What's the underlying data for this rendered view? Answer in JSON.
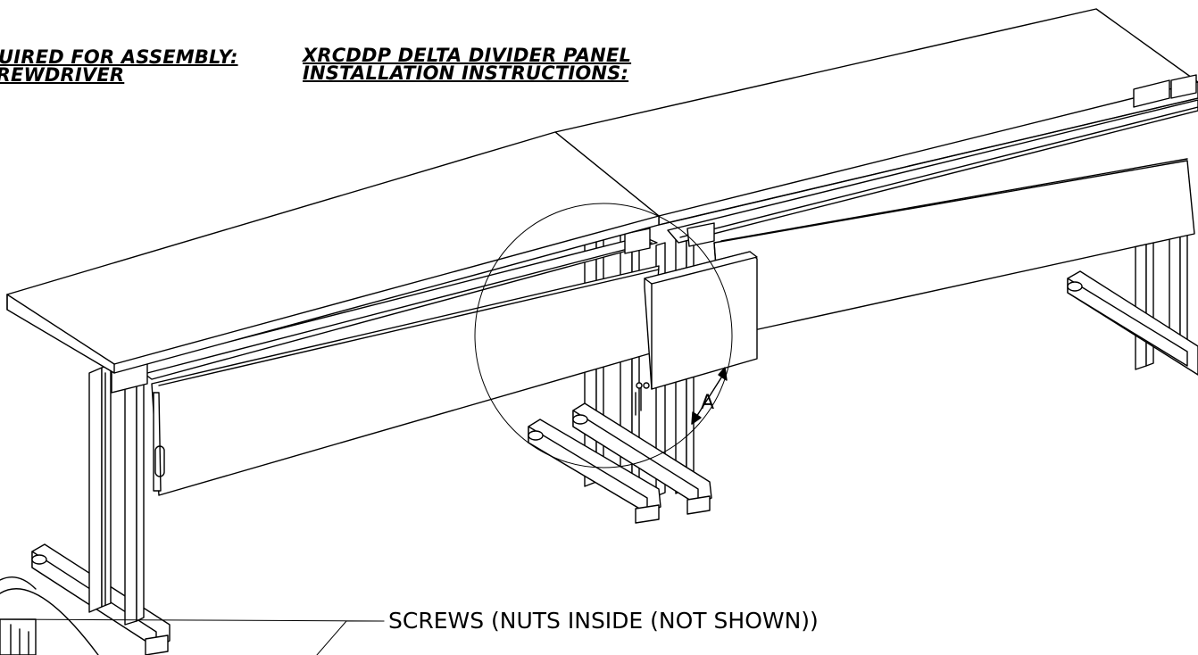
{
  "required": {
    "line1": "QUIRED FOR ASSEMBLY:",
    "line2": "CREWDRIVER"
  },
  "title": {
    "line1": "XRCDDP DELTA DIVIDER PANEL",
    "line2": "INSTALLATION INSTRUCTIONS:"
  },
  "callouts": {
    "detail_letter": "A",
    "screws": "SCREWS (NUTS INSIDE (NOT SHOWN))"
  }
}
